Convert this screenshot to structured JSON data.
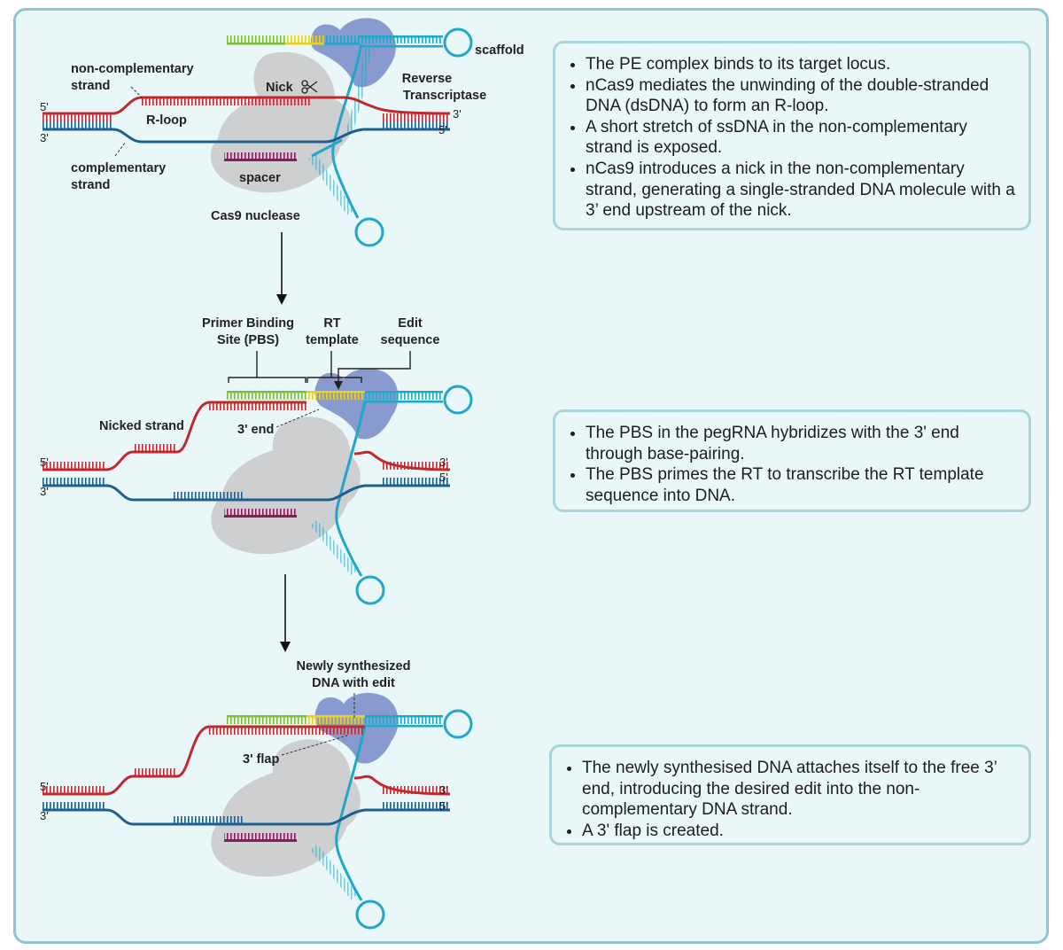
{
  "panels": [
    {
      "labels": {
        "scaffold": "scaffold",
        "reverse_transcriptase": [
          "Reverse",
          "Transcriptase"
        ],
        "nick": "Nick",
        "non_complementary": [
          "non-complementary",
          "strand"
        ],
        "r_loop": "R-loop",
        "complementary": [
          "complementary",
          "strand"
        ],
        "spacer": "spacer",
        "cas9": "Cas9 nuclease",
        "end_5_left": "5'",
        "end_3_left": "3'",
        "end_3_right": "3'",
        "end_5_right": "5'"
      },
      "bullets": [
        "The PE complex binds to its target locus.",
        "nCas9 mediates the unwinding of the double-stranded DNA (dsDNA) to form an R-loop.",
        "A short stretch of ssDNA in the non-complementary strand is exposed.",
        "nCas9 introduces a nick in the non-complementary strand, generating a single-stranded DNA molecule with a 3’ end upstream of the nick."
      ]
    },
    {
      "labels": {
        "pbs": [
          "Primer Binding",
          "Site (PBS)"
        ],
        "rt_template": [
          "RT",
          "template"
        ],
        "edit_sequence": [
          "Edit",
          "sequence"
        ],
        "nicked_strand": "Nicked strand",
        "three_end": "3' end",
        "end_5_left": "5'",
        "end_3_left": "3'",
        "end_3_right": "3'",
        "end_5_right": "5'"
      },
      "bullets": [
        "The PBS in the pegRNA hybridizes with the 3' end through base-pairing.",
        "The PBS primes the RT to transcribe the RT template sequence into DNA."
      ]
    },
    {
      "labels": {
        "newly_synthesized": [
          "Newly synthesized",
          "DNA with edit"
        ],
        "three_flap": "3' flap",
        "end_5_left": "5'",
        "end_3_left": "3'",
        "end_3_right": "3'",
        "end_5_right": "5'"
      },
      "bullets": [
        "The newly synthesised DNA attaches itself to the free 3’ end,  introducing the desired edit into the non-complementary DNA strand.",
        "A 3' flap is created."
      ]
    }
  ],
  "colors": {
    "background": "#eaf7f9",
    "frame": "#8fc5cc",
    "non_complementary_strand": "#c0292d",
    "complementary_strand": "#1f5f8f",
    "pegrna": "#20a7c9",
    "spacer": "#8a1a5e",
    "pbs": "#7fbf3c",
    "rt_template": "#e8d21d",
    "cas9": "#c8c8ca",
    "reverse_transcriptase": "#7d8fc9"
  }
}
